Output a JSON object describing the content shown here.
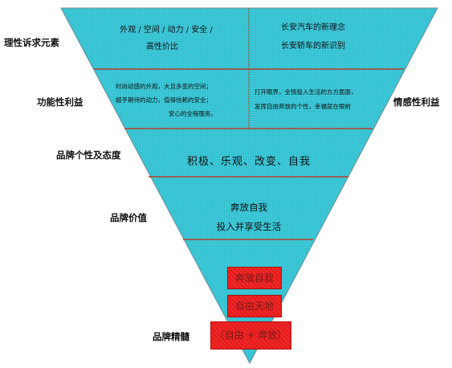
{
  "labels": {
    "rational": "理性诉求元素",
    "functional": "功能性利益",
    "emotional": "情感性利益",
    "personality": "品牌个性及态度",
    "value": "品牌价值",
    "essence": "品牌精髓"
  },
  "level1": {
    "left_line1": "外观 / 空间 / 动力 / 安全 /",
    "left_line2": "高性价比",
    "right_line1": "长安汽车的新理念",
    "right_line2": "长安轿车的新识别"
  },
  "level2": {
    "left_line1": "时尚动感的外观，大且多变的空间；",
    "left_line2": "超乎期待的动力，值得信赖的安全；",
    "left_line3": "安心的全程服务。",
    "right_line1": "打开眼界，全情投入生活的方方面面，",
    "right_line2": "发挥自由奔放的个性，幸福就在眼前"
  },
  "level3": {
    "text": "积极、乐观、改变、自我"
  },
  "level4": {
    "line1": "奔放自我",
    "line2": "投入并享受生活"
  },
  "red_boxes": {
    "box1": "奔放自我",
    "box2": "自由天地",
    "box3": "（自由 + 奔放）"
  },
  "colors": {
    "fill": "#33c8d8",
    "divider": "#b5402c",
    "box": "#ee1c1c"
  }
}
